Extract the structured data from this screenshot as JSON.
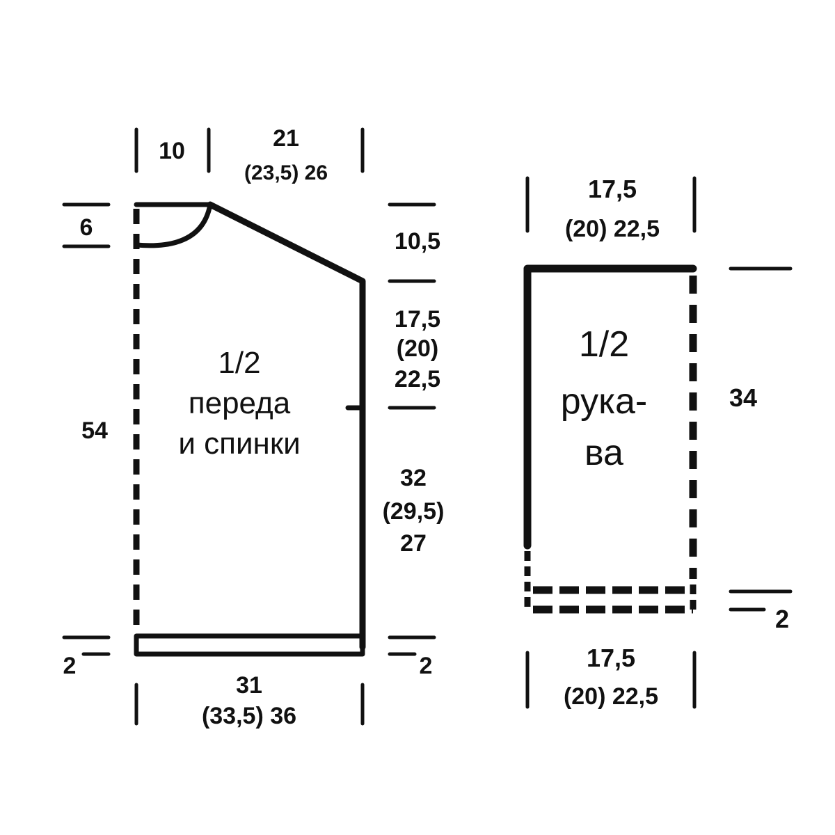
{
  "front_back": {
    "label_line1": "1/2",
    "label_line2": "переда",
    "label_line3": "и спинки",
    "neck_width": "10",
    "shoulder_width_line1": "21",
    "shoulder_width_line2": "(23,5) 26",
    "neck_depth": "6",
    "shoulder_drop": "10,5",
    "armhole_line1": "17,5",
    "armhole_line2": "(20)",
    "armhole_line3": "22,5",
    "side_line1": "32",
    "side_line2": "(29,5)",
    "side_line3": "27",
    "total_length": "54",
    "hem_left": "2",
    "hem_right": "2",
    "bottom_width_line1": "31",
    "bottom_width_line2": "(33,5) 36"
  },
  "sleeve": {
    "label_line1": "1/2",
    "label_line2": "рука-",
    "label_line3": "ва",
    "top_width_line1": "17,5",
    "top_width_line2": "(20) 22,5",
    "length": "34",
    "cuff": "2",
    "bottom_width_line1": "17,5",
    "bottom_width_line2": "(20) 22,5"
  }
}
